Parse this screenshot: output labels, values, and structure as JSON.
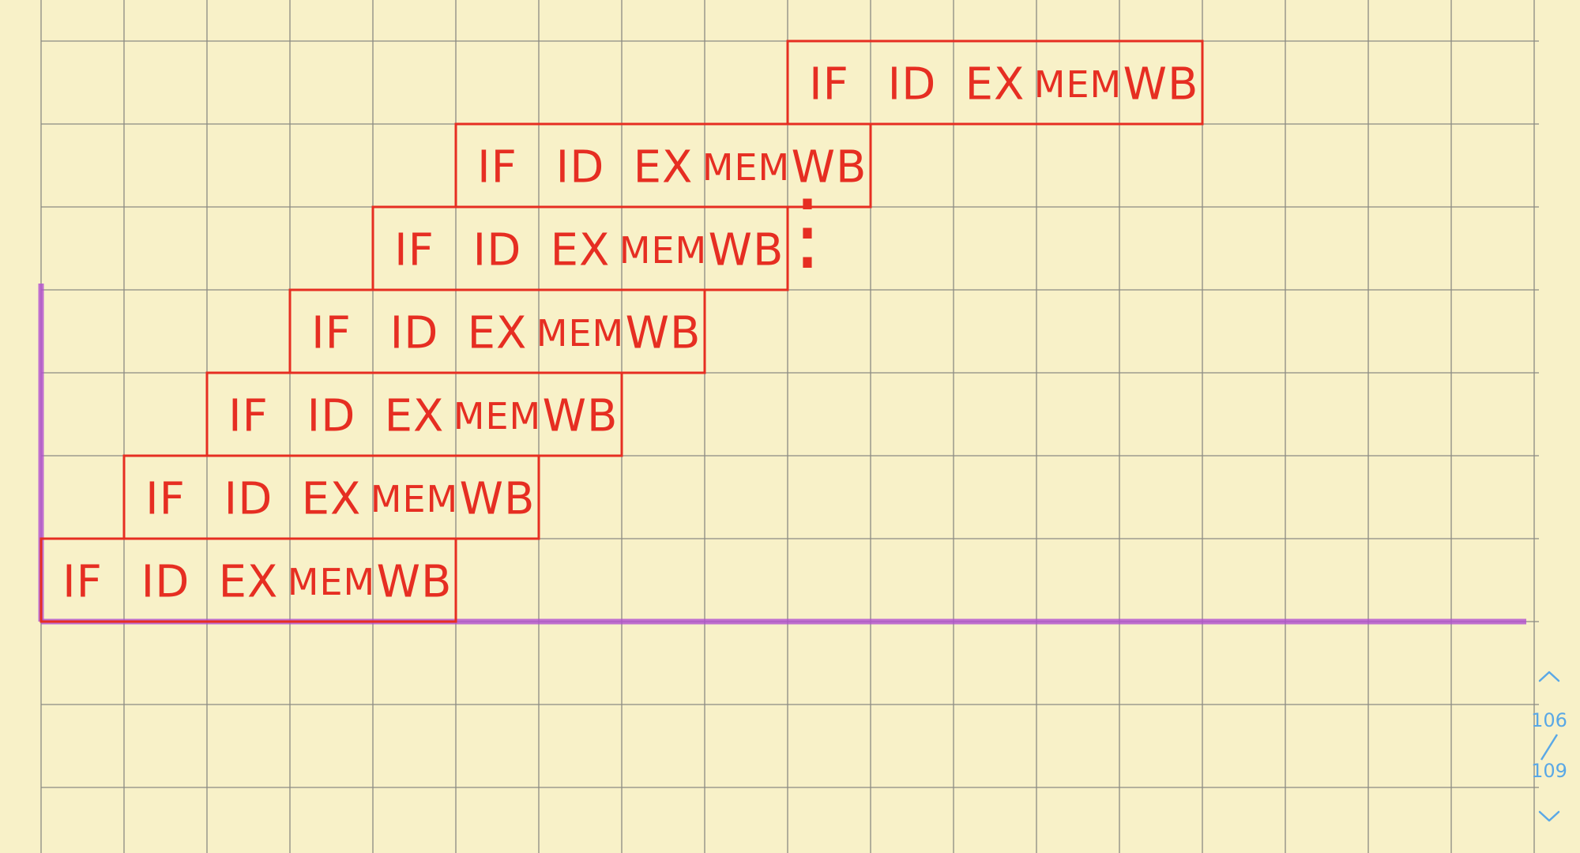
{
  "notebook": {
    "paper_color": "#f8f1c8",
    "grid_color": "#8b8b83",
    "ink_color": "#e62e22",
    "axis_color": "#b24fd1"
  },
  "pipeline": {
    "stages": [
      "IF",
      "ID",
      "EX",
      "MEM",
      "WB"
    ],
    "instruction_starts": [
      0,
      1,
      2,
      3,
      4,
      5,
      9
    ],
    "ellipsis": "⋮"
  },
  "pager": {
    "up_icon": "chevron-up-icon",
    "down_icon": "chevron-down-icon",
    "current_page": "106",
    "total_pages": "109",
    "accent_color": "#5aa8e6"
  }
}
